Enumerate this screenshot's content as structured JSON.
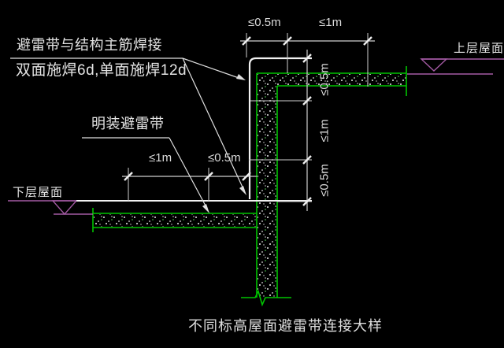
{
  "caption": "不同标高屋面避雷带连接大样",
  "annotations": {
    "weld_note_line1": "避雷带与结构主筋焊接",
    "weld_note_line2": "双面施焊6d,单面施焊12d",
    "belt_label": "明装避雷带",
    "upper_roof_label": "上层屋面",
    "lower_roof_label": "下层屋面"
  },
  "dimensions": {
    "top": [
      "≤0.5m",
      "≤1m"
    ],
    "left": [
      "≤1m",
      "≤0.5m"
    ],
    "right": [
      "≤0.5m",
      "≤1m",
      "≤0.5m"
    ]
  },
  "colors": {
    "background": "#000000",
    "dimension_lines": "#d8d8d8",
    "structure_green": "#00c400",
    "level_mark_magenta": "#a45aa4",
    "text": "#e4e4e4"
  }
}
